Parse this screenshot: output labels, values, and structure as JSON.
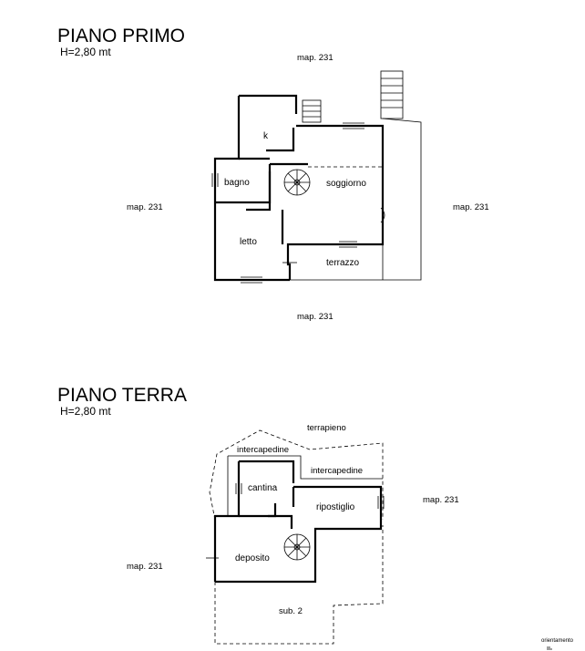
{
  "first_floor": {
    "title": "PIANO PRIMO",
    "height": "H=2,80 mt",
    "map_top": "map. 231",
    "map_left": "map. 231",
    "map_right": "map. 231",
    "map_bottom": "map. 231",
    "rooms": {
      "kitchen": "k",
      "bathroom": "bagno",
      "living": "soggiorno",
      "bedroom": "letto",
      "terrace": "terrazzo"
    }
  },
  "ground_floor": {
    "title": "PIANO TERRA",
    "height": "H=2,80 mt",
    "embankment": "terrapieno",
    "cavity_top": "intercapedine",
    "cavity_right": "intercapedine",
    "map_right": "map. 231",
    "map_left": "map. 231",
    "sub": "sub. 2",
    "rooms": {
      "cellar": "cantina",
      "storage": "ripostiglio",
      "depot": "deposito"
    }
  },
  "orientation": "orientamento"
}
